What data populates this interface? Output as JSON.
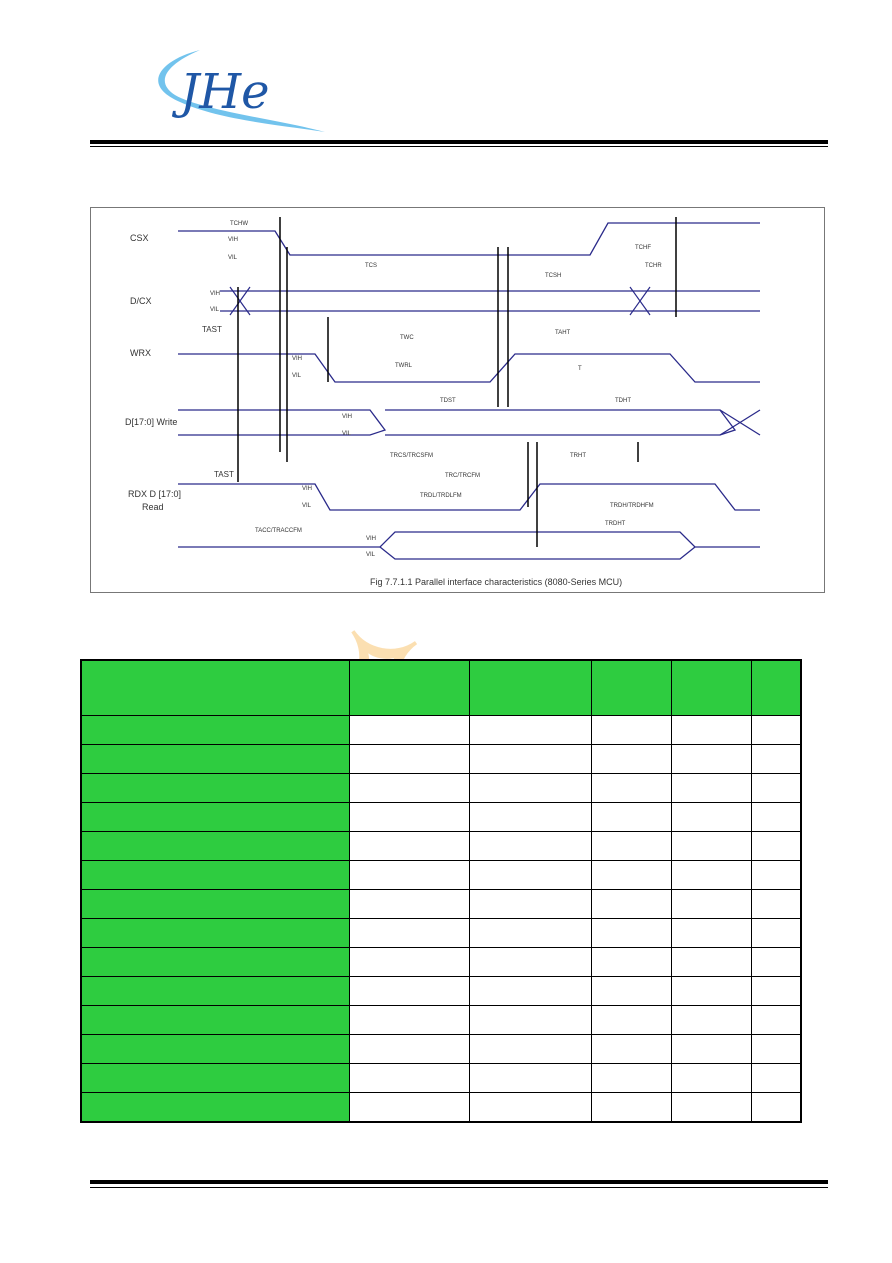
{
  "brand": {
    "logo_text": "JHe",
    "colors": {
      "logo_blue": "#1f57a6",
      "swoosh": "#4fb4e8"
    }
  },
  "figure": {
    "caption": "Fig 7.7.1.1 Parallel interface characteristics (8080-Series MCU)",
    "signals": {
      "csx": "CSX",
      "dcx": "D/CX",
      "wrx": "WRX",
      "dwrite": "D[17:0] Write",
      "rdx1": "RDX D [17:0]",
      "rdx2": "Read"
    },
    "levels": {
      "vih": "VIH",
      "vil": "VIL"
    },
    "timings": {
      "tchw": "TCHW",
      "tcs": "TCS",
      "tcsh": "TCSH",
      "tchf": "TCHF",
      "tchr": "TCHR",
      "tast1": "TAST",
      "tast2": "TAST",
      "twc": "TWC",
      "taht": "TAHT",
      "twrl": "TWRL",
      "t": "T",
      "tdst": "TDST",
      "tdht": "TDHT",
      "trcs": "TRCS/TRCSFM",
      "trc": "TRC/TRCFM",
      "trdl": "TRDL/TRDLFM",
      "trht": "TRHT",
      "trdh": "TRDH/TRDHFM",
      "tacc": "TACC/TRACCFM",
      "trdht": "TRDHT"
    }
  },
  "table": {
    "colors": {
      "header": "#2ecc40"
    },
    "row_count": 14
  }
}
